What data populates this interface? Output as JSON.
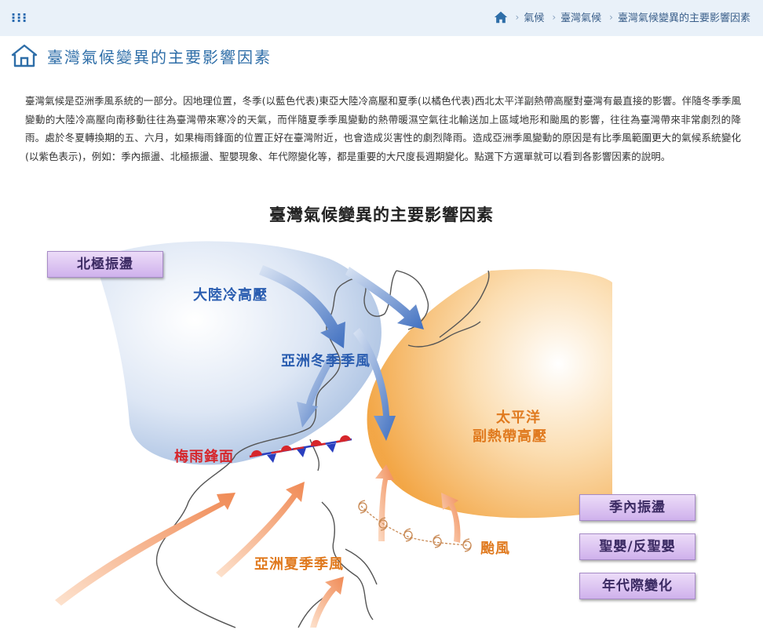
{
  "breadcrumb": {
    "items": [
      "氣候",
      "臺灣氣候",
      "臺灣氣候變異的主要影響因素"
    ]
  },
  "page": {
    "title": "臺灣氣候變異的主要影響因素"
  },
  "intro": "臺灣氣候是亞洲季風系統的一部分。因地理位置，冬季(以藍色代表)東亞大陸冷高壓和夏季(以橘色代表)西北太平洋副熱帶高壓對臺灣有最直接的影響。伴隨冬季季風變動的大陸冷高壓向南移動往往為臺灣帶來寒冷的天氣，而伴隨夏季季風變動的熱帶暖濕空氣往北輸送加上區域地形和颱風的影響，往往為臺灣帶來非常劇烈的降雨。處於冬夏轉換期的五、六月，如果梅雨鋒面的位置正好在臺灣附近，也會造成災害性的劇烈降雨。造成亞洲季風變動的原因是有比季風範圍更大的氣候系統變化(以紫色表示)，例如：季內振盪、北極振盪、聖嬰現象、年代際變化等，都是重要的大尺度長週期變化。點選下方選單就可以看到各影響因素的說明。",
  "diagram": {
    "title": "臺灣氣候變異的主要影響因素",
    "labels": {
      "continental_high": "大陸冷高壓",
      "winter_monsoon": "亞洲冬季季風",
      "pacific_high_line1": "太平洋",
      "pacific_high_line2": "副熱帶高壓",
      "meiyu_front": "梅雨鋒面",
      "summer_monsoon": "亞洲夏季季風",
      "typhoon": "颱風"
    },
    "buttons": {
      "arctic_oscillation": "北極振盪",
      "intraseasonal": "季內振盪",
      "enso": "聖嬰/反聖嬰",
      "decadal": "年代際變化"
    },
    "colors": {
      "winter_blue": "#2a5db0",
      "summer_orange": "#e07a1f",
      "front_red": "#d6262b",
      "purple_button": "#cfb1ec"
    }
  }
}
